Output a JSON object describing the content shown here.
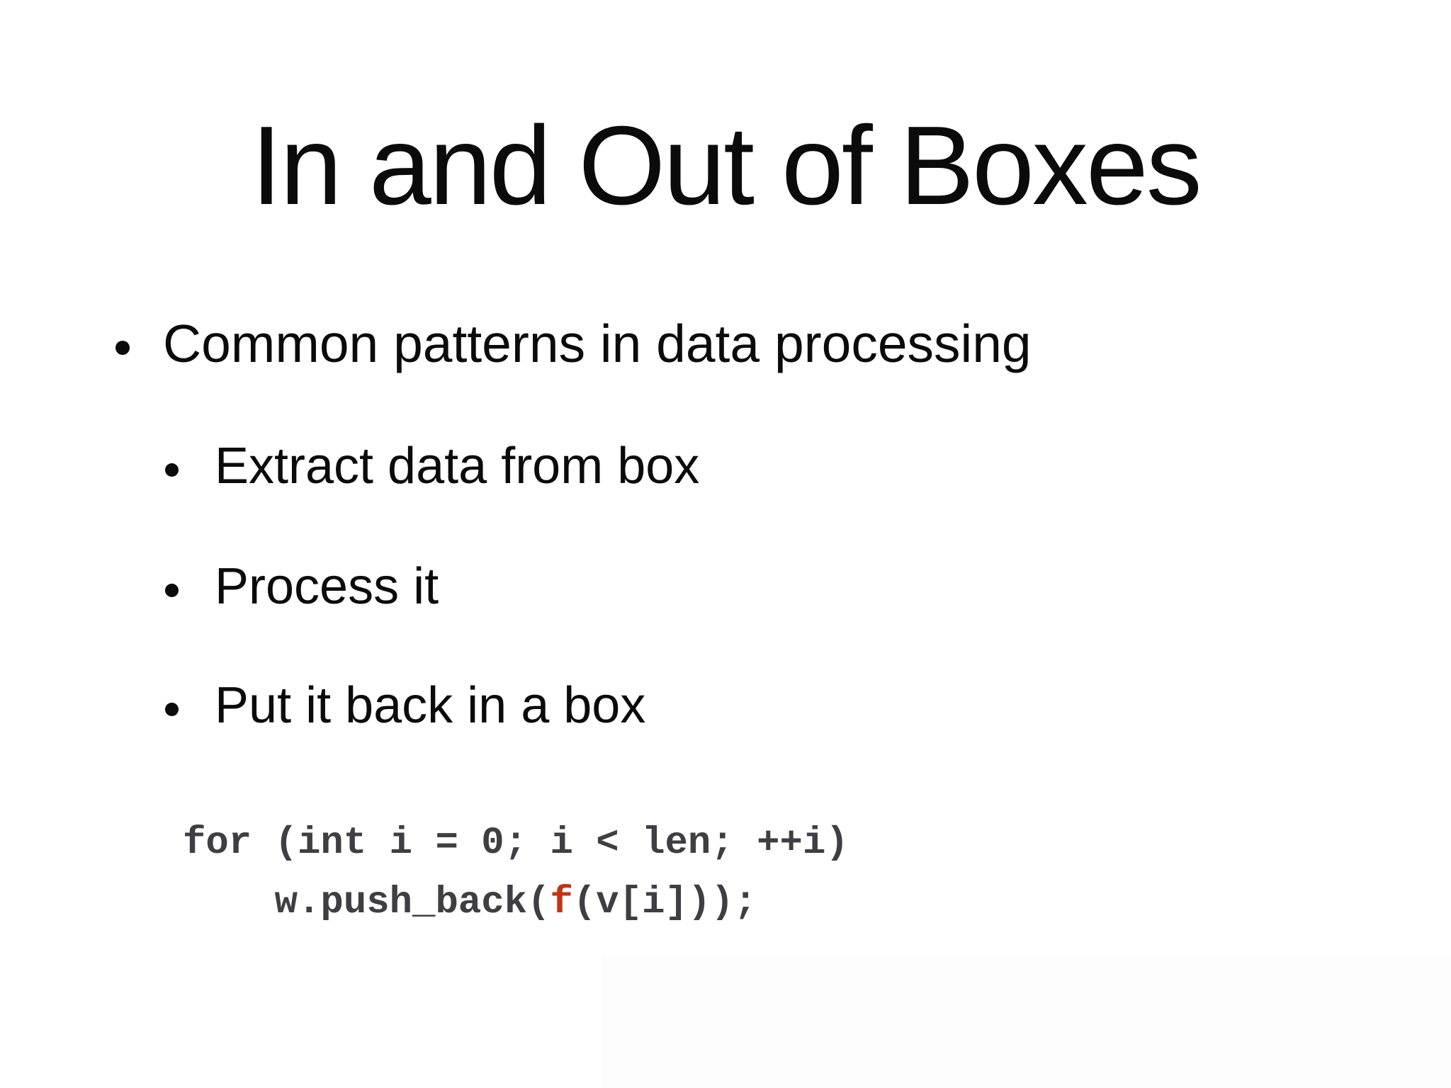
{
  "slide": {
    "title": "In and Out of Boxes",
    "bullets": [
      {
        "level": 1,
        "text": "Common patterns in data processing"
      },
      {
        "level": 2,
        "text": "Extract data from box"
      },
      {
        "level": 2,
        "text": "Process it"
      },
      {
        "level": 2,
        "text": "Put it back in a box"
      }
    ],
    "code": {
      "line1": "for (int i = 0; i < len; ++i)",
      "line2_indent": "    ",
      "line2_prefix": "w.push_back(",
      "line2_highlight": "f",
      "line2_suffix": "(v[i]));"
    },
    "colors": {
      "background": "#ffffff",
      "text": "#0b0b0b",
      "code_text": "#3e3e43",
      "code_highlight": "#c53214",
      "artifact_region": "#fdfdfd"
    }
  }
}
